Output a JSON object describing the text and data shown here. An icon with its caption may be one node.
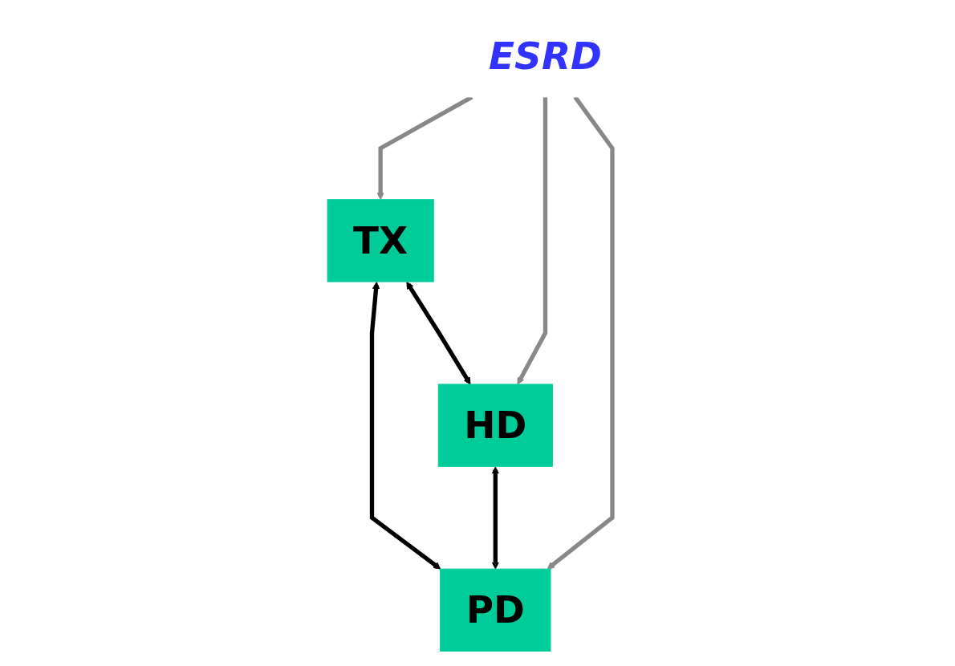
{
  "diagram": {
    "nodes": [
      {
        "text": [
          "TX"
        ]
      },
      {
        "text": [
          "ESRD"
        ]
      },
      {
        "text": [
          "HD"
        ]
      },
      {
        "text": [
          "PD"
        ]
      }
    ],
    "edges": [
      {
        "from": 0,
        "to": 2,
        "arrow": "both"
      },
      {
        "from": 0,
        "to": 3,
        "arrow": "both"
      },
      {
        "from": 2,
        "to": 3,
        "arrow": "both"
      },
      {
        "from": 1,
        "to": 0,
        "arrow": "to",
        "color": "#888888"
      },
      {
        "from": 1,
        "to": 2,
        "arrow": "to",
        "color": "#888888"
      },
      {
        "from": 1,
        "to": 3,
        "arrow": "to",
        "color": "#888888"
      }
    ]
  }
}
